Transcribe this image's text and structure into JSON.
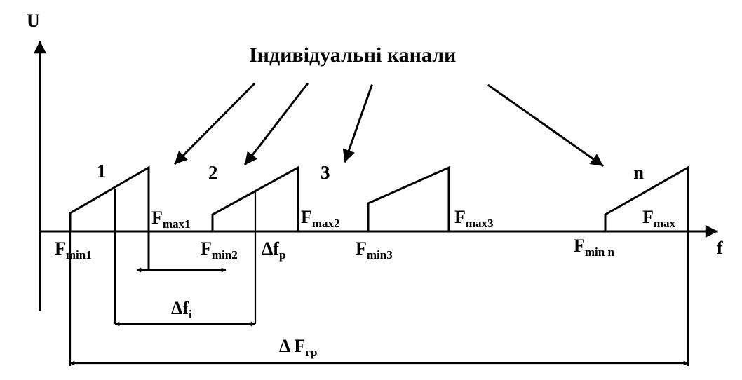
{
  "title": "Індивідуальні канали",
  "axes": {
    "y_label": "U",
    "x_label": "f"
  },
  "channels": [
    {
      "number": "1",
      "fmin_main": "F",
      "fmin_sub": "min1",
      "fmax_main": "F",
      "fmax_sub": "max1"
    },
    {
      "number": "2",
      "fmin_main": "F",
      "fmin_sub": "min2",
      "fmax_main": "F",
      "fmax_sub": "max2"
    },
    {
      "number": "3",
      "fmin_main": "F",
      "fmin_sub": "min3",
      "fmax_main": "F",
      "fmax_sub": "max3"
    },
    {
      "number": "n",
      "fmin_main": "F",
      "fmin_sub": "min n",
      "fmax_main": "F",
      "fmax_sub": "max"
    }
  ],
  "intervals": {
    "guard_main": "Δf",
    "guard_sub": "p",
    "individual_main": "Δf",
    "individual_sub": "i",
    "group_main": "Δ F",
    "group_sub": "гр"
  }
}
